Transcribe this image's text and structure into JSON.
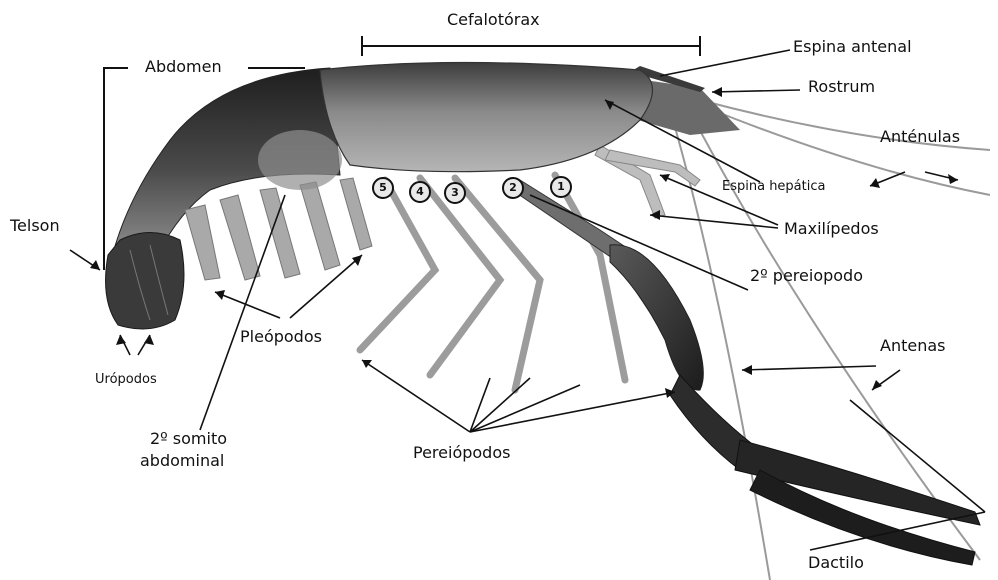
{
  "labels": {
    "cefalotorax": "Cefalotórax",
    "espina_antenal": "Espina antenal",
    "abdomen": "Abdomen",
    "rostrum": "Rostrum",
    "antenulas": "Anténulas",
    "espina_hepatica": "Espina hepática",
    "telson": "Telson",
    "maxilipedos": "Maxilípedos",
    "segundo_pereiopodo": "2º pereiopodo",
    "pleopodos": "Pleópodos",
    "antenas": "Antenas",
    "uropodos": "Urópodos",
    "segundo_somito_line1": "2º somito",
    "segundo_somito_line2": "abdominal",
    "pereiopodos": "Pereiópodos",
    "dactilo": "Dactilo"
  },
  "pereiopod_numbers": [
    "5",
    "4",
    "3",
    "2",
    "1"
  ],
  "colors": {
    "body_dark": "#2a2a2a",
    "body_mid": "#6e6e6e",
    "body_light": "#a8a8a8",
    "line": "#111111"
  }
}
